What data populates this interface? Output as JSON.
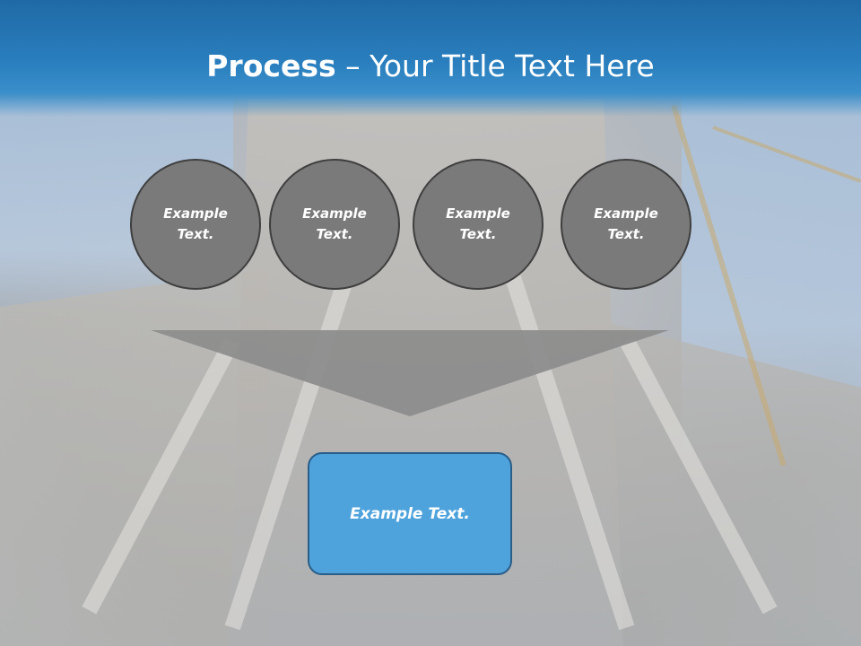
{
  "title": {
    "bold": "Process",
    "rest": " – Your Title Text Here"
  },
  "steps": [
    {
      "line1": "Example",
      "line2": "Text."
    },
    {
      "line1": "Example",
      "line2": "Text."
    },
    {
      "line1": "Example",
      "line2": "Text."
    },
    {
      "line1": "Example",
      "line2": "Text."
    }
  ],
  "result": {
    "label": "Example Text."
  },
  "colors": {
    "title_bar": "#2a7fbe",
    "circle_fill": "#7a7a7a",
    "circle_border": "#3f3f3f",
    "funnel_fill": "#8c8c8c",
    "result_fill": "#4fa3dc",
    "result_border": "#2a5e8a",
    "text": "#ffffff"
  }
}
